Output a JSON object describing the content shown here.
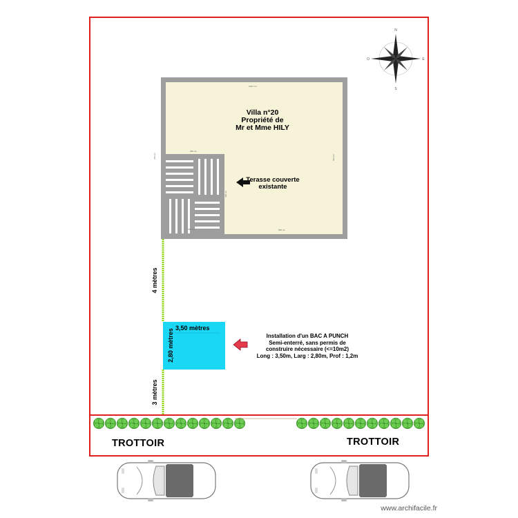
{
  "plan": {
    "villa": {
      "line1": "Villa n°20",
      "line2": "Propriété de",
      "line3": "Mr et Mme HILY"
    },
    "terrace": {
      "line1": "Terasse couverte",
      "line2": "existante"
    },
    "pool": {
      "width_label": "3,50 mètres",
      "height_label": "2,80 mètres",
      "line1": "Installation d'un BAC A PUNCH",
      "line2": "Semi-enterré, sans permis de",
      "line3": "construire nécessaire (<=10m2)",
      "line4": "Long : 3,50m, Larg : 2,80m, Prof : 1,2m"
    },
    "distances": {
      "upper": "4 mètres",
      "lower": "3 mètres"
    },
    "sidewalk": {
      "left": "TROTTOIR",
      "right": "TROTTOIR"
    },
    "small_dims": {
      "villa_top": "1067 cm",
      "villa_bottom": "595 cm",
      "villa_right": "924 cm",
      "villa_left": "479 cm",
      "terrace_top": "360 cm",
      "terrace_right": "395 cm",
      "terrace_bottom": "320 cm"
    },
    "watermark": "www.archifacile.fr",
    "colors": {
      "plot_border": "#e0201f",
      "villa_wall": "#9e9e9e",
      "villa_floor": "#f6f3d9",
      "pool_fill": "#1ad7f5",
      "distance_line": "#8fd81d",
      "arrow_red": "#e53a4a",
      "hedge": "#55b93d"
    },
    "icons": [
      "compass-rose-icon",
      "arrow-left-icon",
      "car-icon",
      "hedge-bush-icon"
    ]
  }
}
